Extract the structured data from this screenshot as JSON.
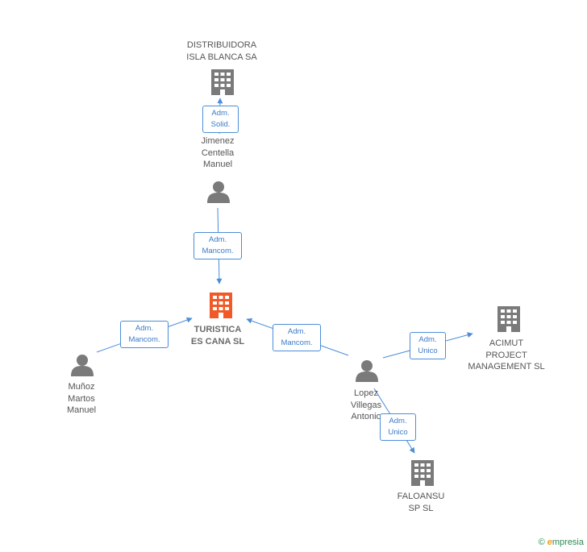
{
  "nodes": {
    "distribuidora": {
      "lines": [
        "DISTRIBUIDORA",
        "ISLA BLANCA SA"
      ],
      "icon": "building-icon",
      "color": "#7a7a7a"
    },
    "jimenez": {
      "lines": [
        "Jimenez",
        "Centella",
        "Manuel"
      ],
      "icon": "person-icon",
      "color": "#7a7a7a"
    },
    "turistica": {
      "lines": [
        "TURISTICA",
        "ES CANA SL"
      ],
      "icon": "building-icon",
      "color": "#f05a28"
    },
    "munoz": {
      "lines": [
        "Muñoz",
        "Martos",
        "Manuel"
      ],
      "icon": "person-icon",
      "color": "#7a7a7a"
    },
    "lopez": {
      "lines": [
        "Lopez",
        "Villegas",
        "Antonio"
      ],
      "icon": "person-icon",
      "color": "#7a7a7a"
    },
    "acimut": {
      "lines": [
        "ACIMUT",
        "PROJECT",
        "MANAGEMENT SL"
      ],
      "icon": "building-icon",
      "color": "#7a7a7a"
    },
    "faloansu": {
      "lines": [
        "FALOANSU",
        "SP SL"
      ],
      "icon": "building-icon",
      "color": "#7a7a7a"
    }
  },
  "relations": [
    {
      "id": "jimenez-distribuidora",
      "lines": [
        "Adm.",
        "Solid."
      ]
    },
    {
      "id": "jimenez-turistica",
      "lines": [
        "Adm.",
        "Mancom."
      ]
    },
    {
      "id": "munoz-turistica",
      "lines": [
        "Adm.",
        "Mancom."
      ]
    },
    {
      "id": "lopez-turistica",
      "lines": [
        "Adm.",
        "Mancom."
      ]
    },
    {
      "id": "lopez-acimut",
      "lines": [
        "Adm.",
        "Unico"
      ]
    },
    {
      "id": "lopez-faloansu",
      "lines": [
        "Adm.",
        "Unico"
      ]
    }
  ],
  "footer": {
    "copyright": "©",
    "brand_initial": "e",
    "brand_rest": "mpresia"
  },
  "colors": {
    "edge": "#4a8ed8",
    "focus": "#f05a28",
    "node": "#7a7a7a"
  }
}
